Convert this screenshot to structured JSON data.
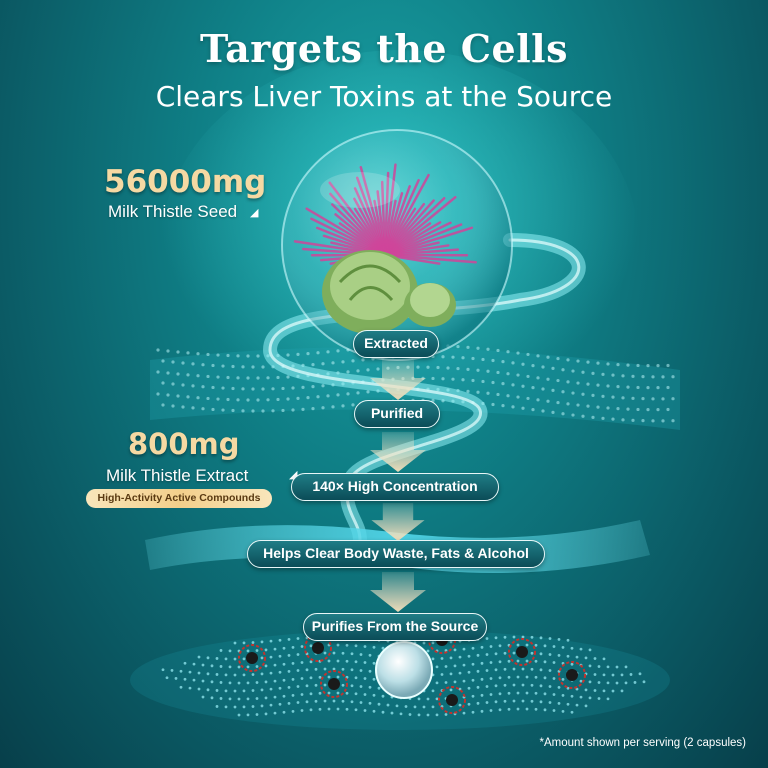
{
  "headline": "Targets the Cells",
  "subheadline": "Clears Liver Toxins at the Source",
  "seed": {
    "amount": "56000mg",
    "label": "Milk Thistle Seed"
  },
  "extract": {
    "amount": "800mg",
    "label": "Milk Thistle Extract",
    "badge": "High-Activity Active Compounds"
  },
  "steps": [
    "Extracted",
    "Purified",
    "140× High Concentration",
    "Helps Clear Body Waste, Fats & Alcohol",
    "Purifies From the Source"
  ],
  "footnote": "*Amount shown per serving (2 capsules)",
  "colors": {
    "background": "#0f7f86",
    "accent_gold": "#f5d9a3",
    "pill_border": "#e8f6f7",
    "arrow": "#f1dfc0",
    "thistle_flower": "#d0459a",
    "thistle_bud": "#8fb86a",
    "toxin": "#c0342f"
  },
  "icons": {
    "seed_pointer": "triangle-pointer-icon",
    "extract_pointer": "triangle-pointer-icon",
    "flow_arrow": "down-arrow-icon"
  }
}
